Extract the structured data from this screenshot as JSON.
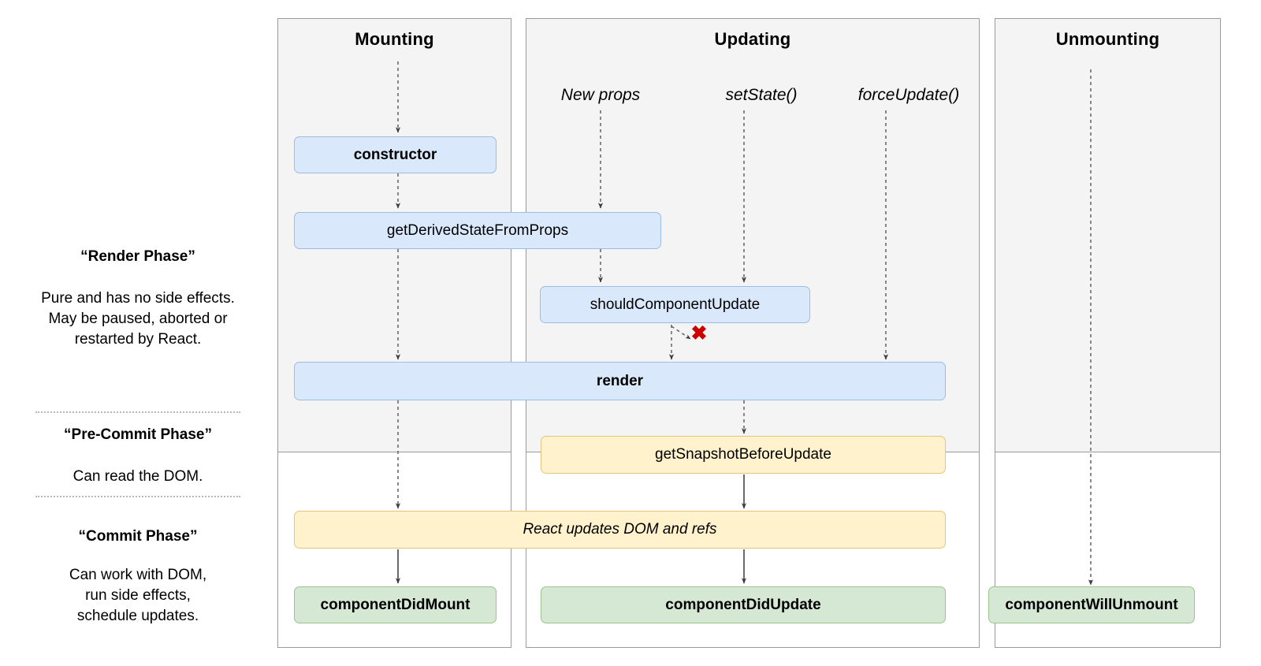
{
  "diagram": {
    "title": "React component lifecycle diagram",
    "colors": {
      "render_box": "#dae8fc",
      "render_box_border": "#9cbce0",
      "precommit_box": "#fff2cc",
      "precommit_box_border": "#e3c57d",
      "commit_box": "#d5e8d4",
      "commit_box_border": "#9cc391",
      "panel_bg": "#f4f4f4",
      "panel_border": "#9a9a9a",
      "abort_mark": "#cc0000",
      "arrow": "#4d4d4d"
    }
  },
  "legend": {
    "render_phase": {
      "heading": "“Render Phase”",
      "body": "Pure and has no side effects.\nMay be paused, aborted or\nrestarted by React."
    },
    "pre_commit_phase": {
      "heading": "“Pre-Commit Phase”",
      "body": "Can read the DOM."
    },
    "commit_phase": {
      "heading": "“Commit Phase”",
      "body": "Can work with DOM,\nrun side effects,\nschedule updates."
    }
  },
  "columns": [
    {
      "key": "mounting",
      "title": "Mounting"
    },
    {
      "key": "updating",
      "title": "Updating"
    },
    {
      "key": "unmounting",
      "title": "Unmounting"
    }
  ],
  "triggers": [
    {
      "key": "new-props",
      "label": "New props"
    },
    {
      "key": "set-state",
      "label": "setState()"
    },
    {
      "key": "force-update",
      "label": "forceUpdate()"
    }
  ],
  "lifecycle_boxes": [
    {
      "key": "constructor",
      "label": "constructor",
      "phase": "render",
      "style": "bold"
    },
    {
      "key": "get-derived-state-from-props",
      "label": "getDerivedStateFromProps",
      "phase": "render",
      "style": "normal"
    },
    {
      "key": "should-component-update",
      "label": "shouldComponentUpdate",
      "phase": "render",
      "style": "normal"
    },
    {
      "key": "render",
      "label": "render",
      "phase": "render",
      "style": "bold"
    },
    {
      "key": "get-snapshot-before-update",
      "label": "getSnapshotBeforeUpdate",
      "phase": "pre-commit",
      "style": "normal"
    },
    {
      "key": "react-updates-dom-and-refs",
      "label": "React updates DOM and refs",
      "phase": "commit",
      "style": "italic"
    },
    {
      "key": "component-did-mount",
      "label": "componentDidMount",
      "phase": "commit",
      "style": "bold"
    },
    {
      "key": "component-did-update",
      "label": "componentDidUpdate",
      "phase": "commit",
      "style": "bold"
    },
    {
      "key": "component-will-unmount",
      "label": "componentWillUnmount",
      "phase": "commit",
      "style": "bold"
    }
  ],
  "annotations": {
    "abort_symbol": "✖"
  }
}
